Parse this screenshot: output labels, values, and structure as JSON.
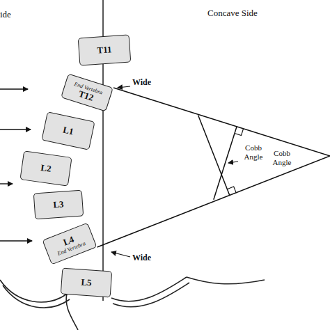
{
  "diagram": {
    "nodes": [
      {
        "text": [
          "T11"
        ]
      },
      {
        "text": [
          "End Vertebra",
          "T12"
        ]
      },
      {
        "text": [
          "L1"
        ]
      },
      {
        "text": [
          "L2"
        ]
      },
      {
        "text": [
          "L3"
        ]
      },
      {
        "text": [
          "L4",
          "End Vertebra"
        ]
      },
      {
        "text": [
          "L5"
        ]
      }
    ],
    "labels": [
      "ide",
      "Concave Side",
      "Wide",
      "Wide",
      "Cobb Angle",
      "Cobb Angle"
    ]
  }
}
